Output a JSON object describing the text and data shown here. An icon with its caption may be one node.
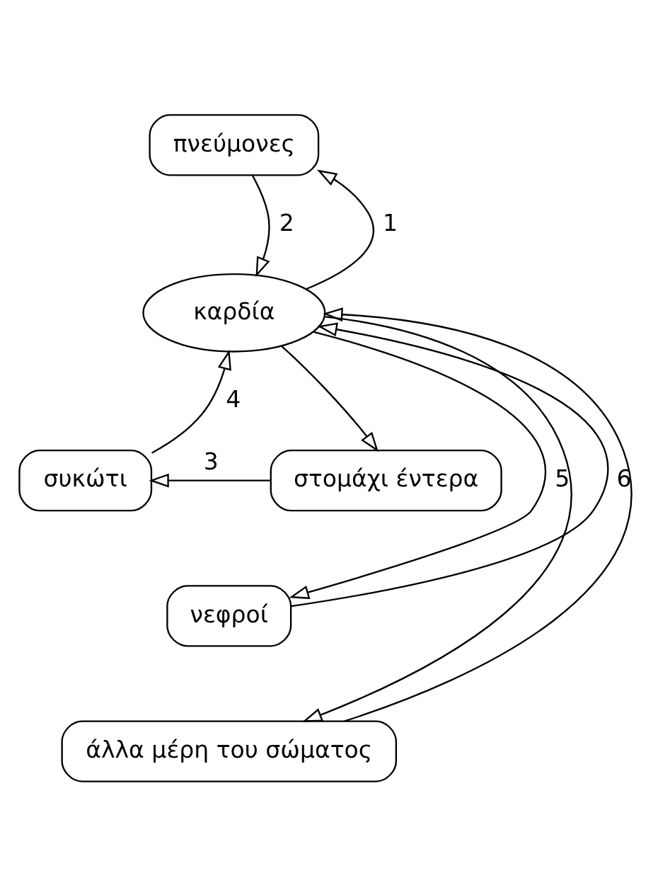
{
  "diagram": {
    "nodes": [
      {
        "text": [
          "πνεύμονες"
        ]
      },
      {
        "text": [
          "καρδία"
        ]
      },
      {
        "text": [
          "συκώτι"
        ]
      },
      {
        "text": [
          "στομάχι έντερα"
        ]
      },
      {
        "text": [
          "νεφροί"
        ]
      },
      {
        "text": [
          "άλλα μέρη του σώματος"
        ]
      }
    ],
    "edges": [
      {
        "from": 1,
        "to": 0,
        "arrow": "to",
        "label": "1"
      },
      {
        "from": 0,
        "to": 1,
        "arrow": "to",
        "label": "2"
      },
      {
        "from": 1,
        "to": 3,
        "arrow": "to"
      },
      {
        "from": 3,
        "to": 2,
        "arrow": "to",
        "label": "3"
      },
      {
        "from": 2,
        "to": 1,
        "arrow": "to",
        "label": "4"
      },
      {
        "from": 1,
        "to": 4,
        "arrow": "to",
        "label": "5"
      },
      {
        "from": 4,
        "to": 1,
        "arrow": "to",
        "label": "6"
      },
      {
        "from": 1,
        "to": 5,
        "arrow": "to"
      },
      {
        "from": 5,
        "to": 1,
        "arrow": "to"
      }
    ]
  }
}
